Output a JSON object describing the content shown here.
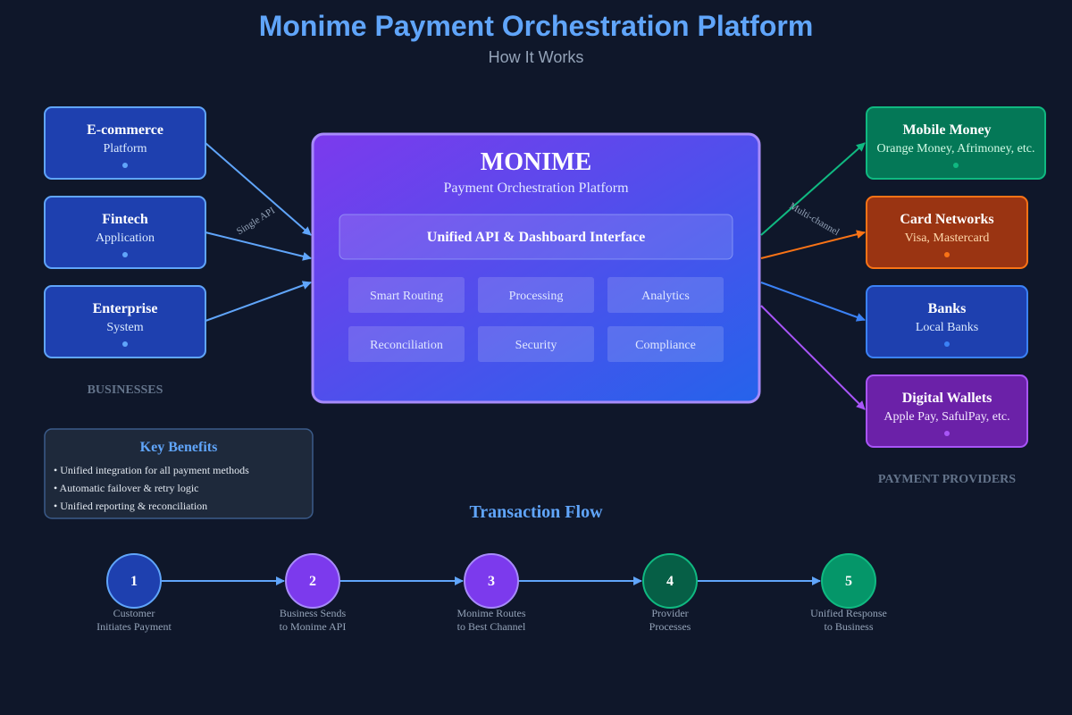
{
  "header": {
    "title": "Monime Payment Orchestration Platform",
    "subtitle": "How It Works"
  },
  "businesses": {
    "label": "BUSINESSES",
    "items": [
      {
        "title": "E-commerce",
        "subtitle": "Platform"
      },
      {
        "title": "Fintech",
        "subtitle": "Application"
      },
      {
        "title": "Enterprise",
        "subtitle": "System"
      }
    ],
    "connector_label": "Single API"
  },
  "platform": {
    "title": "MONIME",
    "subtitle": "Payment Orchestration Platform",
    "interface_label": "Unified API & Dashboard Interface",
    "modules": [
      "Smart Routing",
      "Processing",
      "Analytics",
      "Reconciliation",
      "Security",
      "Compliance"
    ]
  },
  "providers": {
    "label": "PAYMENT PROVIDERS",
    "connector_label": "Multi-channel",
    "items": [
      {
        "title": "Mobile Money",
        "subtitle": "Orange Money, Afrimoney, etc."
      },
      {
        "title": "Card Networks",
        "subtitle": "Visa, Mastercard"
      },
      {
        "title": "Banks",
        "subtitle": "Local Banks"
      },
      {
        "title": "Digital Wallets",
        "subtitle": "Apple Pay, SafulPay, etc."
      }
    ]
  },
  "benefits": {
    "title": "Key Benefits",
    "items": [
      "• Unified integration for all payment methods",
      "• Automatic failover & retry logic",
      "• Unified reporting & reconciliation"
    ]
  },
  "flow": {
    "title": "Transaction Flow",
    "steps": [
      {
        "number": "1",
        "line1": "Customer",
        "line2": "Initiates Payment"
      },
      {
        "number": "2",
        "line1": "Business Sends",
        "line2": "to Monime API"
      },
      {
        "number": "3",
        "line1": "Monime Routes",
        "line2": "to Best Channel"
      },
      {
        "number": "4",
        "line1": "Provider",
        "line2": "Processes"
      },
      {
        "number": "5",
        "line1": "Unified Response",
        "line2": "to Business"
      }
    ]
  },
  "colors": {
    "background": "#0f172a",
    "accent": "#60a5fa",
    "platform_start": "#7c3aed",
    "platform_end": "#2563eb",
    "mobile_money": "#047857",
    "card_networks": "#9a3412",
    "banks": "#1e40af",
    "digital_wallets": "#6b21a8"
  }
}
